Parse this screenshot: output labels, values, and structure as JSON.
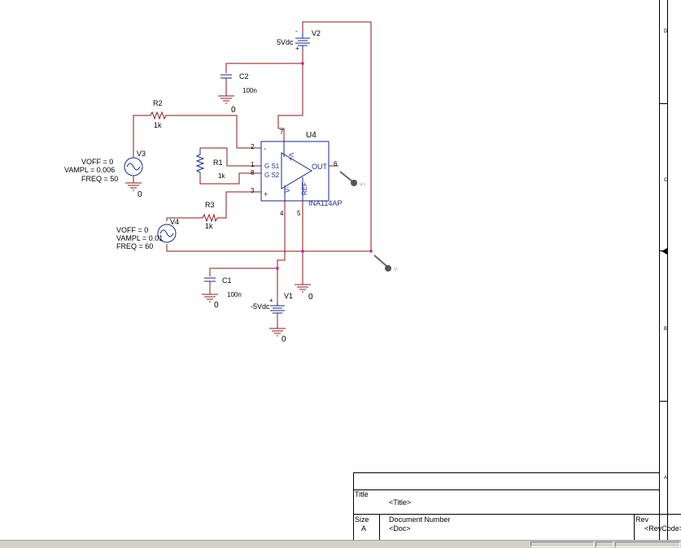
{
  "components": {
    "u4": {
      "ref": "U4",
      "part": "INA114AP",
      "pin_minus": "-",
      "pin_plus": "+",
      "pin_v_plus": "V+",
      "pin_v_minus": "V-",
      "pin_gs1": "G S1",
      "pin_gs2": "G S2",
      "pin_out": "OUT",
      "pin_ref": "REF",
      "pin2": "2",
      "pin1": "1",
      "pin8": "8",
      "pin3": "3",
      "pin4": "4",
      "pin5": "5",
      "pin6": "6",
      "pin7": "7"
    },
    "v2": {
      "ref": "V2",
      "value": "5Vdc"
    },
    "v1": {
      "ref": "V1",
      "value": "-5Vdc"
    },
    "c2": {
      "ref": "C2",
      "value": "100n"
    },
    "c1": {
      "ref": "C1",
      "value": "100n"
    },
    "r2": {
      "ref": "R2",
      "value": "1k"
    },
    "r1": {
      "ref": "R1",
      "value": "1k"
    },
    "r3": {
      "ref": "R3",
      "value": "1k"
    },
    "v3": {
      "ref": "V3",
      "voff": "VOFF = 0",
      "vampl": "VAMPL = 0.006",
      "freq": "FREQ = 50"
    },
    "v4": {
      "ref": "V4",
      "voff": "VOFF = 0",
      "vampl": "VAMPL = 0.01",
      "freq": "FREQ = 60"
    },
    "ground_label": "0"
  },
  "border": {
    "zone_d": "D",
    "zone_c": "C",
    "zone_b": "B",
    "zone_a": "A"
  },
  "title_block": {
    "title_label": "Title",
    "title_value": "<Title>",
    "size_label": "Size",
    "size_value": "A",
    "docnum_label": "Document Number",
    "docnum_value": "<Doc>",
    "rev_label": "Rev",
    "rev_value": "<RevCode>"
  },
  "colors": {
    "wire": "#8b1a1a",
    "component": "#1a2a8a",
    "node": "#d000d0",
    "probe": "#555555"
  }
}
